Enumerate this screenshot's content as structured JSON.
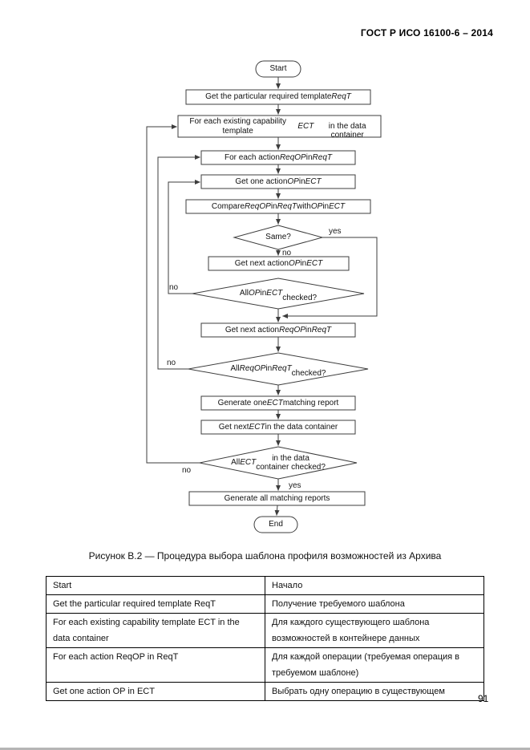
{
  "page": {
    "header": "ГОСТ Р ИСО 16100-6 – 2014",
    "page_number": "91"
  },
  "figure": {
    "caption": "Рисунок В.2 — Процедура выбора шаблона профиля возможностей из Архива"
  },
  "flowchart": {
    "nodes": {
      "start": "Start",
      "get_reqt": "Get the particular required template *ReqT*",
      "foreach_ect": "For each existing capability template *ECT*\nin the data container",
      "foreach_reqop": "For each action *ReqOP* in *ReqT*",
      "get_op": "Get one action *OP* in *ECT*",
      "compare": "Compare *ReqOP* in *ReqT* with *OP* in *ECT*",
      "same": "Same?",
      "get_next_op": "Get next action *OP* in *ECT*",
      "all_op": "All *OP* in *ECT*\nchecked?",
      "get_next_reqop": "Get next action *ReqOP* in *ReqT*",
      "all_reqop": "All *ReqOP* in *ReqT*\nchecked?",
      "generate_one": "Generate one *ECT* matching report",
      "get_next_ect": "Get next *ECT* in the data container",
      "all_ect": "All *ECT* in the data\ncontainer checked?",
      "generate_all": "Generate all matching reports",
      "end": "End"
    },
    "labels": {
      "yes": "yes",
      "no": "no"
    }
  },
  "table": {
    "rows": [
      {
        "en": "Start",
        "ru": "Начало"
      },
      {
        "en": "Get the particular required template ReqT",
        "ru": "Получение требуемого шаблона"
      },
      {
        "en": "For each existing capability template ECT in the data container",
        "ru": "Для каждого существующего шаблона возможностей в контейнере данных"
      },
      {
        "en": "For each action ReqOP in ReqT",
        "ru": "Для каждой операции (требуемая операция в требуемом шаблоне)"
      },
      {
        "en": "Get one action OP in ECT",
        "ru": "Выбрать одну операцию в существующем"
      }
    ]
  }
}
